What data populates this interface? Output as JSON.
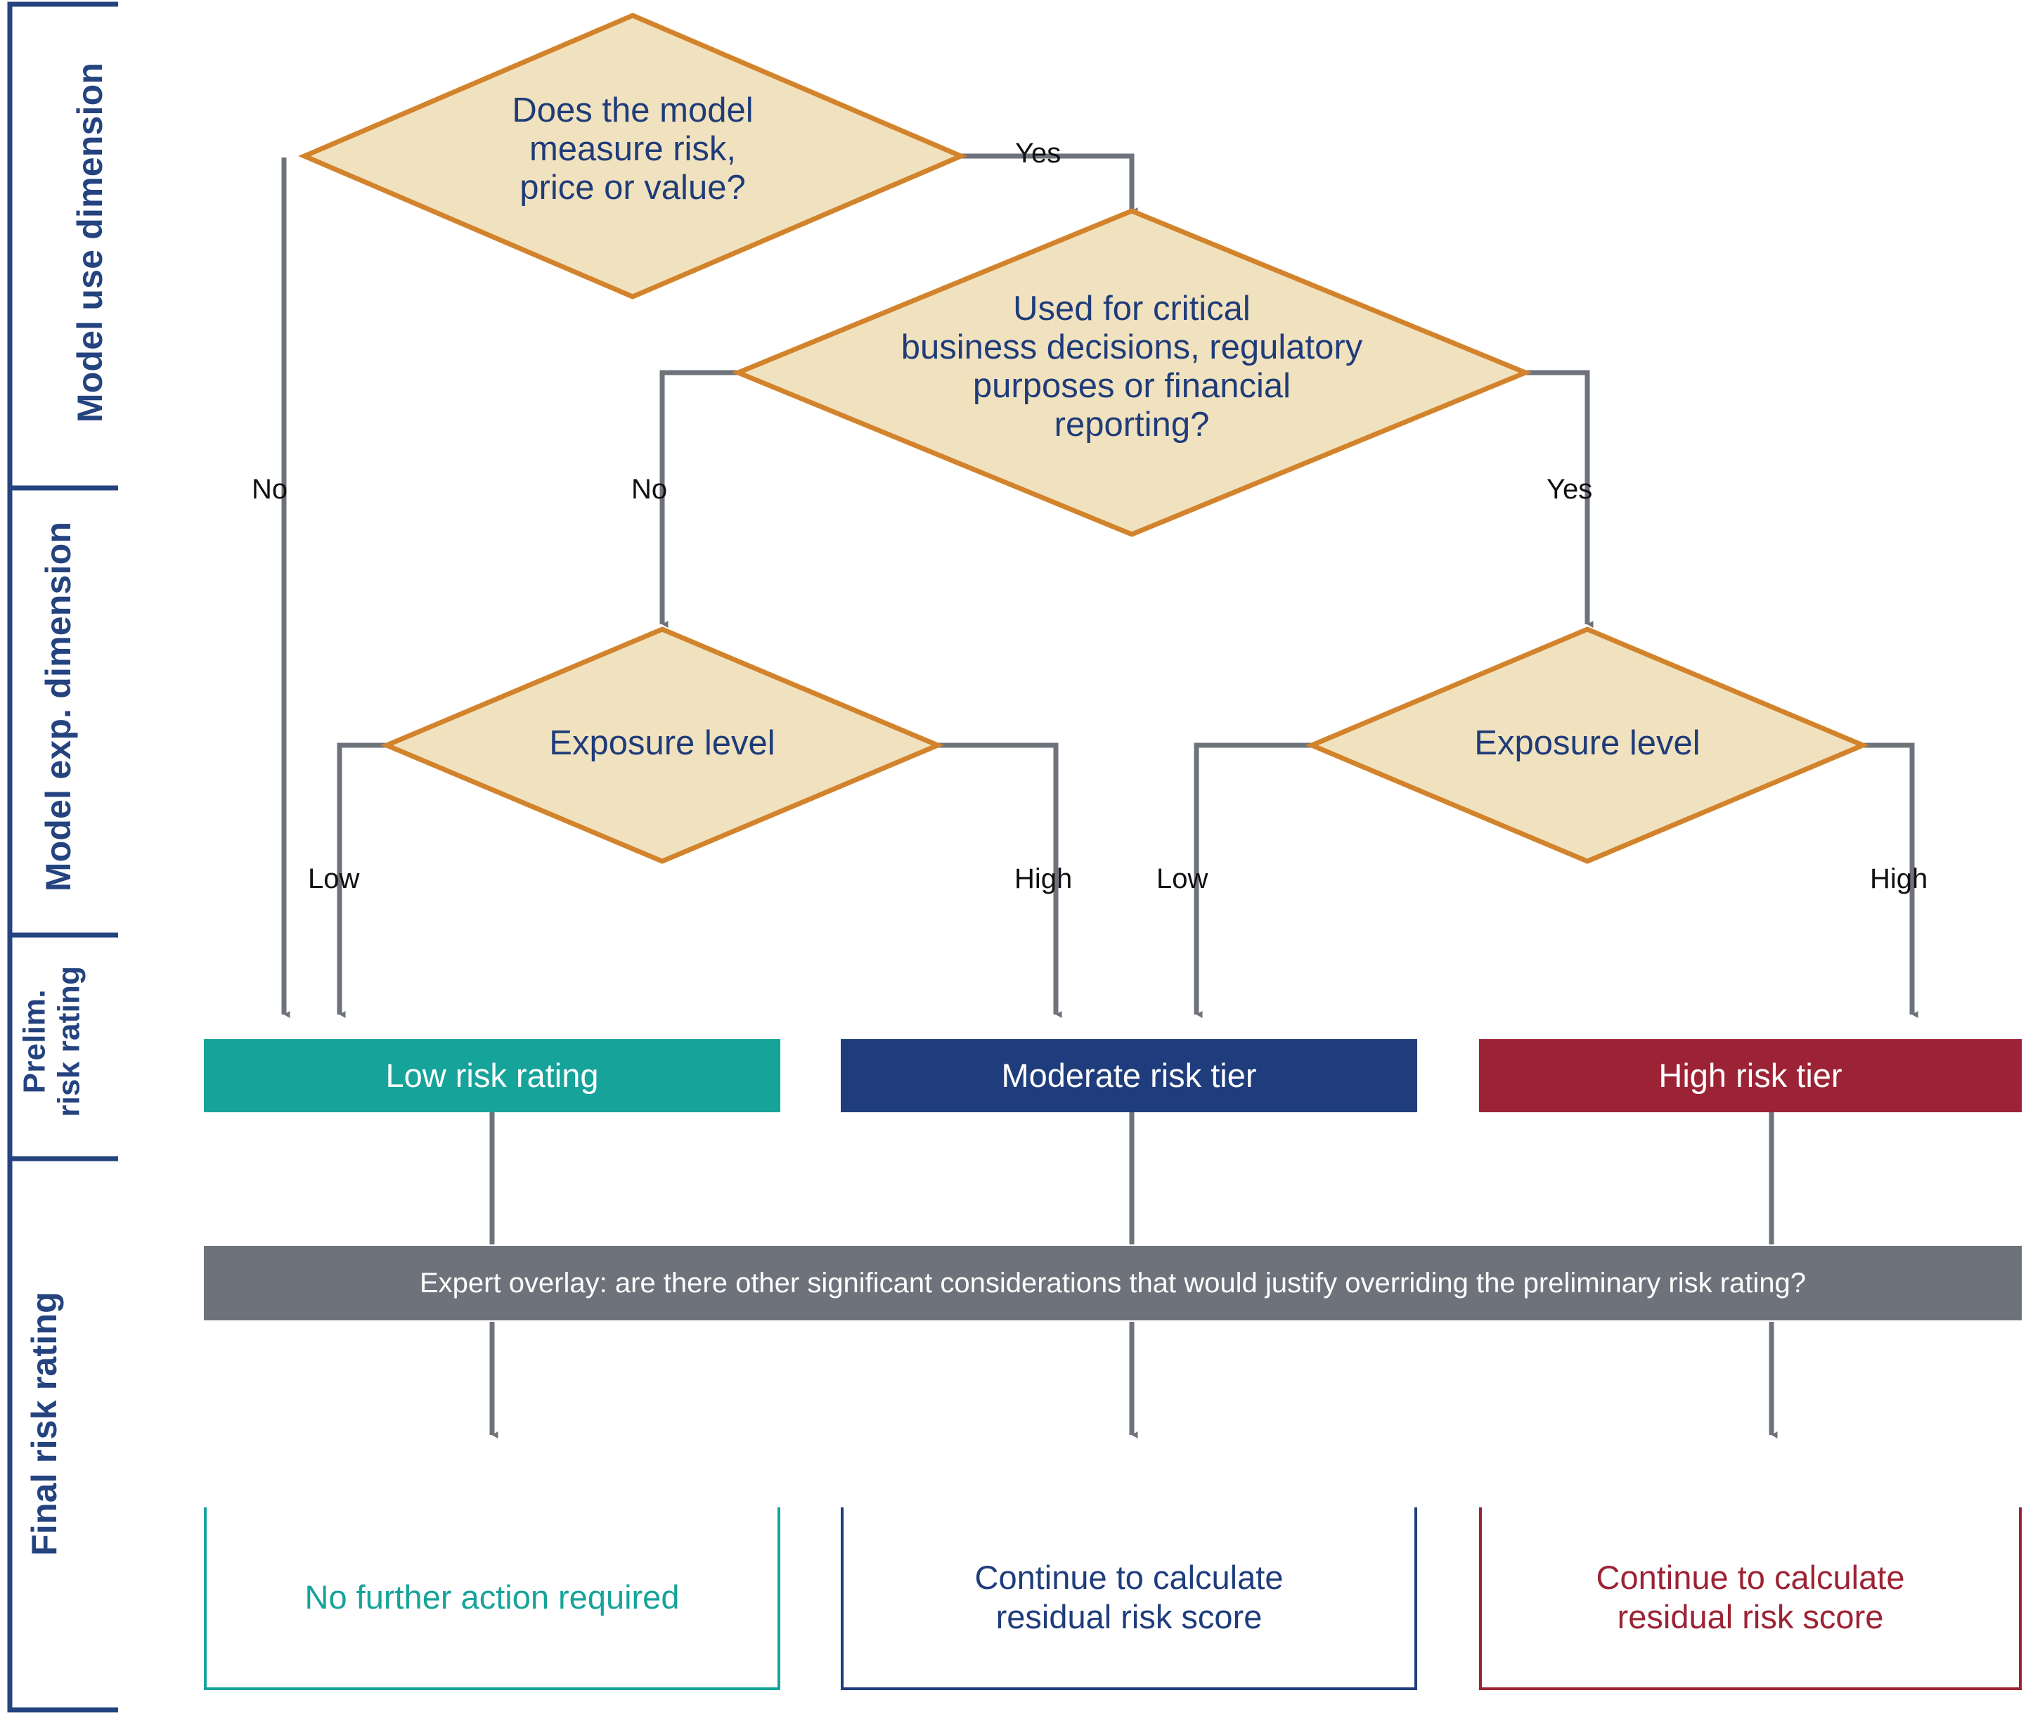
{
  "diagram": {
    "title": "Model risk rating decision flowchart",
    "colors": {
      "diamond_fill": "#F1E2BF",
      "diamond_stroke": "#D2832B",
      "diamond_text": "#1F3C79",
      "connector": "#6E727B",
      "rail_text": "#24437F",
      "low": "#16A39A",
      "moderate": "#1F3D7C",
      "high": "#9C2335",
      "overlay": "#6E727B"
    },
    "rails": [
      {
        "id": "model-use",
        "label": "Model use dimension"
      },
      {
        "id": "model-exp",
        "label": "Model exp. dimension"
      },
      {
        "id": "prelim",
        "label": "Prelim.\nrisk rating",
        "line1": "Prelim.",
        "line2": "risk rating"
      },
      {
        "id": "final",
        "label": "Final risk rating"
      }
    ],
    "decisions": [
      {
        "id": "measures-risk",
        "lines": [
          "Does the model",
          "measure risk,",
          "price or value?"
        ]
      },
      {
        "id": "critical-use",
        "lines": [
          "Used for critical",
          "business decisions, regulatory",
          "purposes or financial",
          "reporting?"
        ]
      },
      {
        "id": "exposure-left",
        "lines": [
          "Exposure level"
        ]
      },
      {
        "id": "exposure-right",
        "lines": [
          "Exposure level"
        ]
      }
    ],
    "edge_labels": {
      "q1_no": "No",
      "q1_yes": "Yes",
      "q2_no": "No",
      "q2_yes": "Yes",
      "exp_left_low": "Low",
      "exp_left_high": "High",
      "exp_right_low": "Low",
      "exp_right_high": "High"
    },
    "prelim_tiers": [
      {
        "id": "low",
        "label": "Low risk rating",
        "color": "#16A39A"
      },
      {
        "id": "moderate",
        "label": "Moderate risk tier",
        "color": "#1F3D7C"
      },
      {
        "id": "high",
        "label": "High risk tier",
        "color": "#9C2335"
      }
    ],
    "expert_overlay": {
      "text": "Expert overlay: are there other significant considerations that would justify overriding the preliminary risk rating?"
    },
    "final_tiers": [
      {
        "id": "low",
        "header": "Low risk rating",
        "body_lines": [
          "No further action required"
        ],
        "color": "#16A39A"
      },
      {
        "id": "moderate",
        "header": "Moderate risk tier",
        "body_lines": [
          "Continue to calculate",
          "residual risk score"
        ],
        "color": "#1F3D7C"
      },
      {
        "id": "high",
        "header": "High risk tier",
        "body_lines": [
          "Continue to calculate",
          "residual risk score"
        ],
        "color": "#9C2335"
      }
    ]
  }
}
